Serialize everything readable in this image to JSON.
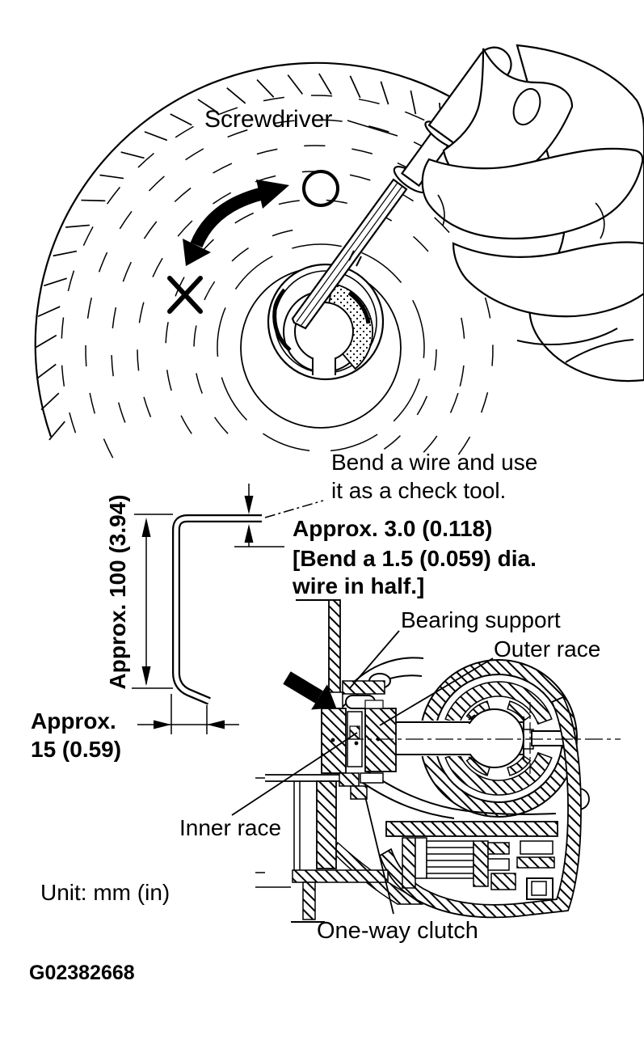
{
  "figure": {
    "id": "G02382668",
    "unit_note": "Unit: mm (in)"
  },
  "top_illustration": {
    "screwdriver_label": "Screwdriver",
    "ok_symbol": "○",
    "ng_symbol": "✕"
  },
  "check_tool": {
    "note_line1": "Bend a wire and use",
    "note_line2": "it as a check tool.",
    "thickness_dim": "Approx. 3.0 (0.118)",
    "bend_note_line1": "[Bend a 1.5 (0.059) dia.",
    "bend_note_line2": "wire in half.]",
    "length_dim": "Approx. 100 (3.94)",
    "hook_dim_line1": "Approx.",
    "hook_dim_line2": "15 (0.59)"
  },
  "cross_section": {
    "labels": {
      "bearing_support": "Bearing support",
      "outer_race": "Outer race",
      "inner_race": "Inner race",
      "one_way_clutch": "One-way clutch"
    }
  },
  "colors": {
    "ink": "#000000",
    "paper": "#ffffff"
  }
}
